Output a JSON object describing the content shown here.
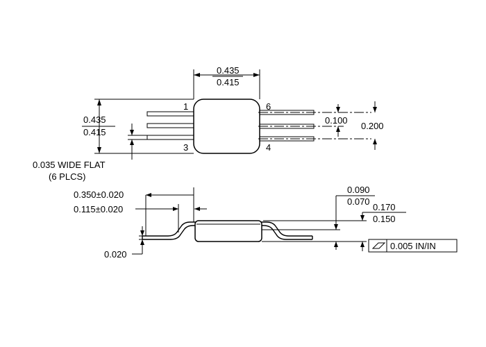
{
  "top_view": {
    "body_width": {
      "max": "0.435",
      "min": "0.415"
    },
    "body_height": {
      "max": "0.435",
      "min": "0.415"
    },
    "lead_pitch": "0.100",
    "lead_span": "0.200",
    "lead_width_note": {
      "line1": "0.035 WIDE FLAT",
      "line2": "(6 PLCS)"
    },
    "pin_labels": {
      "p1": "1",
      "p3": "3",
      "p4": "4",
      "p6": "6"
    }
  },
  "side_view": {
    "lead_length": "0.350±0.020",
    "lead_offset": "0.115±0.020",
    "lead_thickness": "0.020",
    "standoff": {
      "max": "0.090",
      "min": "0.070"
    },
    "overall_height": {
      "max": "0.170",
      "min": "0.150"
    },
    "flatness": "0.005 IN/IN"
  }
}
